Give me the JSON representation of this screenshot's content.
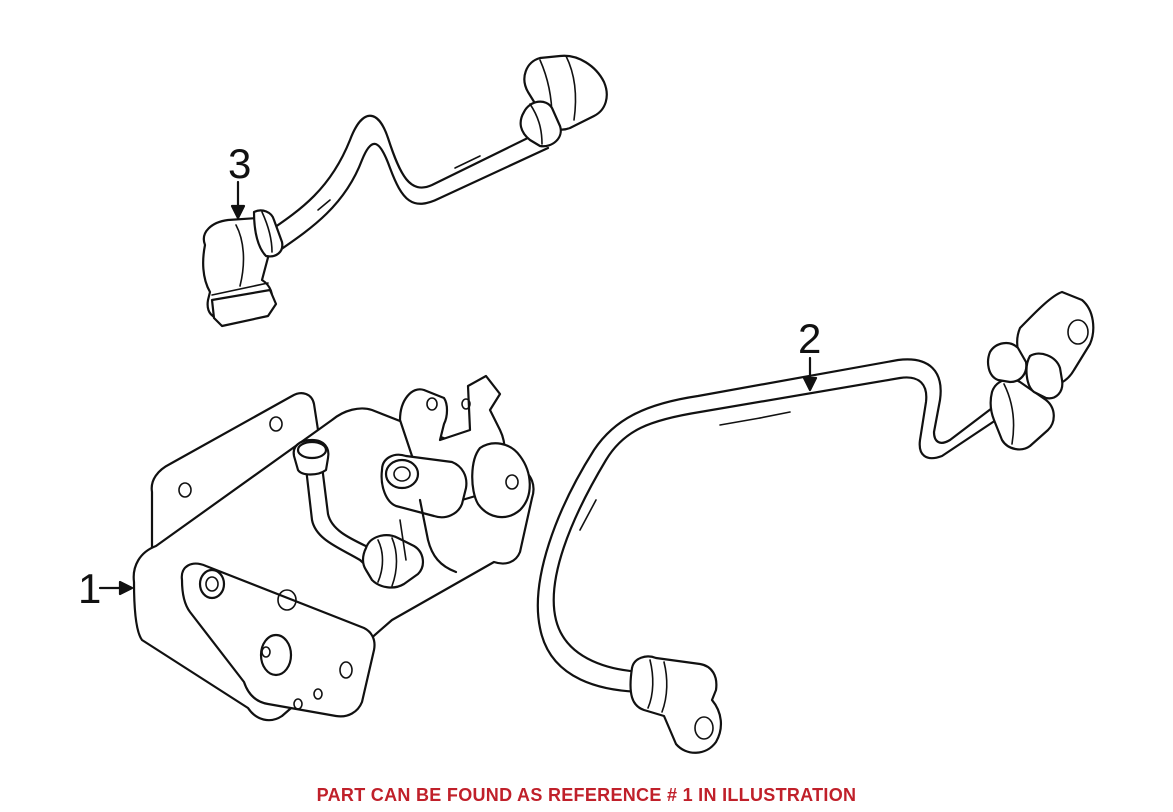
{
  "callouts": [
    {
      "id": "1",
      "label": "1"
    },
    {
      "id": "2",
      "label": "2"
    },
    {
      "id": "3",
      "label": "3"
    }
  ],
  "footer": {
    "note": "PART CAN BE FOUND AS REFERENCE # 1 IN ILLUSTRATION",
    "note_color": "#c0202a"
  }
}
